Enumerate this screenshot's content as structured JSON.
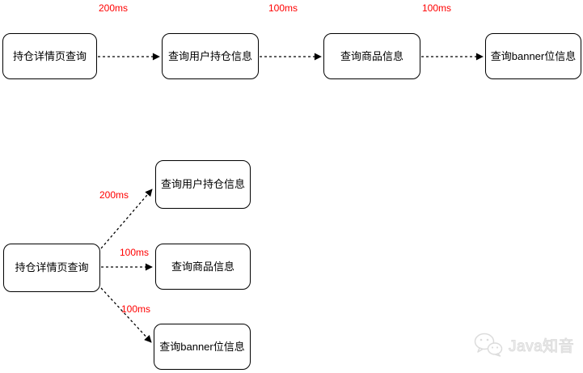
{
  "canvas": {
    "background": "#ffffff"
  },
  "colors": {
    "node_border": "#000000",
    "node_text": "#000000",
    "edge_line": "#000000",
    "edge_label": "#ff0000",
    "watermark": "#dcdcdc"
  },
  "serial_diagram": {
    "type": "serial-call-chain",
    "nodes": [
      {
        "label": "持仓详情页查询"
      },
      {
        "label": "查询用户持仓信息"
      },
      {
        "label": "查询商品信息"
      },
      {
        "label": "查询banner位信息"
      }
    ],
    "edges": [
      {
        "from": "持仓详情页查询",
        "to": "查询用户持仓信息",
        "label": "200ms",
        "style": "dashed-arrow"
      },
      {
        "from": "查询用户持仓信息",
        "to": "查询商品信息",
        "label": "100ms",
        "style": "dashed-arrow"
      },
      {
        "from": "查询商品信息",
        "to": "查询banner位信息",
        "label": "100ms",
        "style": "dashed-arrow"
      }
    ]
  },
  "parallel_diagram": {
    "type": "parallel-fan-out",
    "source": {
      "label": "持仓详情页查询"
    },
    "targets": [
      {
        "label": "查询用户持仓信息"
      },
      {
        "label": "查询商品信息"
      },
      {
        "label": "查询banner位信息"
      }
    ],
    "edges": [
      {
        "from": "持仓详情页查询",
        "to": "查询用户持仓信息",
        "label": "200ms",
        "style": "dashed-arrow"
      },
      {
        "from": "持仓详情页查询",
        "to": "查询商品信息",
        "label": "100ms",
        "style": "dashed-arrow"
      },
      {
        "from": "持仓详情页查询",
        "to": "查询banner位信息",
        "label": "100ms",
        "style": "dashed-arrow"
      }
    ]
  },
  "watermark": {
    "icon": "wechat-icon",
    "text": "Java知音"
  }
}
